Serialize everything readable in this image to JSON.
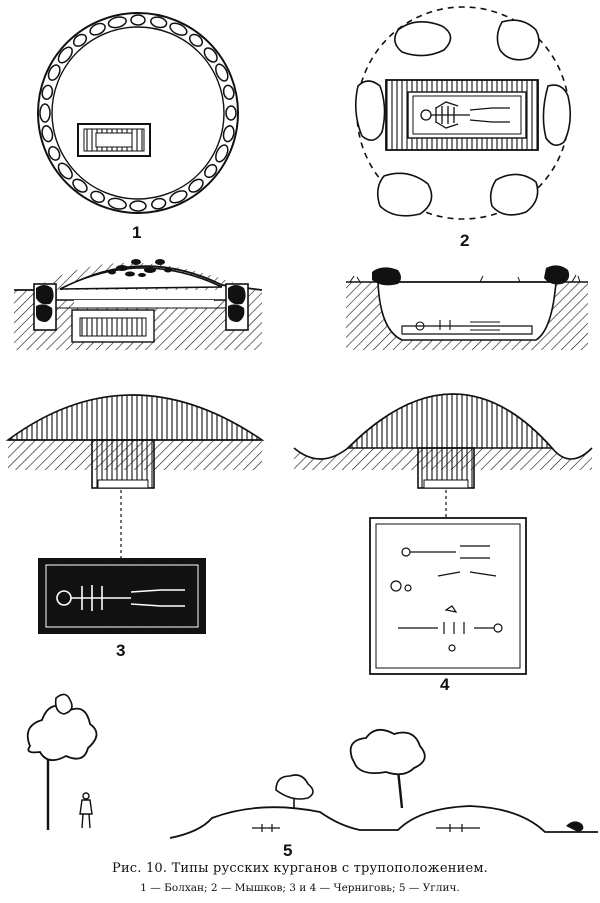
{
  "figures": [
    {
      "number": "1"
    },
    {
      "number": "2"
    },
    {
      "number": "3"
    },
    {
      "number": "4"
    },
    {
      "number": "5"
    }
  ],
  "caption": {
    "title": "Рис. 10. Типы русских курганов с трупоположением.",
    "legend": "1 — Болхан; 2 — Мышков; 3 и 4 — Черниговь; 5 — Углич."
  },
  "colors": {
    "ink": "#111111",
    "paper": "#ffffff"
  }
}
